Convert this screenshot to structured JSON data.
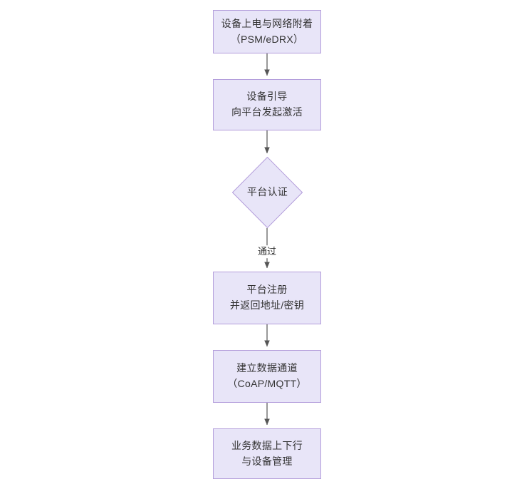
{
  "diagram": {
    "type": "flowchart",
    "direction": "top-to-bottom",
    "background_color": "#ffffff",
    "node_fill_color": "#e8e5f8",
    "node_border_color": "#b39ddb",
    "text_color": "#333333",
    "edge_color": "#555555",
    "nodes": [
      {
        "id": "power-on",
        "shape": "rectangle",
        "lines": [
          "设备上电与网络附着",
          "（PSM/eDRX）"
        ]
      },
      {
        "id": "bootstrap",
        "shape": "rectangle",
        "lines": [
          "设备引导",
          "向平台发起激活"
        ]
      },
      {
        "id": "platform-auth",
        "shape": "diamond",
        "lines": [
          "平台认证"
        ]
      },
      {
        "id": "platform-register",
        "shape": "rectangle",
        "lines": [
          "平台注册",
          "并返回地址/密钥"
        ]
      },
      {
        "id": "data-channel",
        "shape": "rectangle",
        "lines": [
          "建立数据通道",
          "（CoAP/MQTT）"
        ]
      },
      {
        "id": "service-data",
        "shape": "rectangle",
        "lines": [
          "业务数据上下行",
          "与设备管理"
        ]
      }
    ],
    "edges": [
      {
        "id": "edge-1",
        "from": "power-on",
        "to": "bootstrap",
        "label": ""
      },
      {
        "id": "edge-2",
        "from": "bootstrap",
        "to": "platform-auth",
        "label": ""
      },
      {
        "id": "edge-3",
        "from": "platform-auth",
        "to": "platform-register",
        "label": "通过"
      },
      {
        "id": "edge-4",
        "from": "platform-register",
        "to": "data-channel",
        "label": ""
      },
      {
        "id": "edge-5",
        "from": "data-channel",
        "to": "service-data",
        "label": ""
      }
    ]
  }
}
